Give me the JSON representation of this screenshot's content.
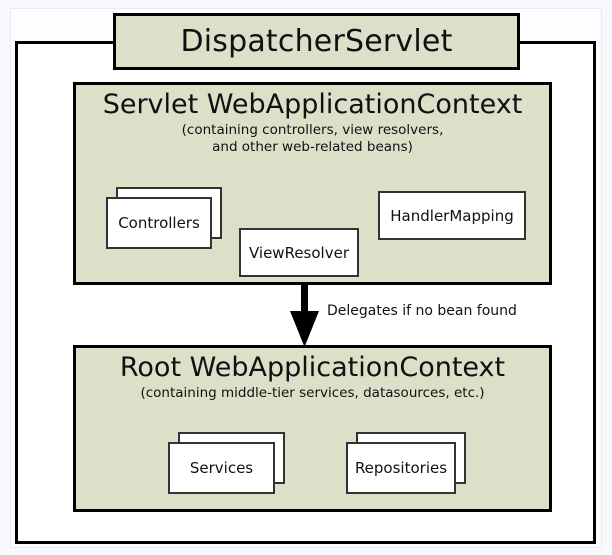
{
  "diagram": {
    "outer_container": {
      "name": "DispatcherServlet",
      "title": "DispatcherServlet"
    },
    "contexts": [
      {
        "id": "servlet-context",
        "title": "Servlet WebApplicationContext",
        "subtitle_line1": "(containing controllers, view resolvers,",
        "subtitle_line2": "and other web-related beans)",
        "components": [
          {
            "id": "controllers",
            "label": "Controllers",
            "style": "stack"
          },
          {
            "id": "view-resolver",
            "label": "ViewResolver",
            "style": "single"
          },
          {
            "id": "handler-mapping",
            "label": "HandlerMapping",
            "style": "single"
          }
        ]
      },
      {
        "id": "root-context",
        "title": "Root WebApplicationContext",
        "subtitle_line1": "(containing middle-tier services, datasources, etc.)",
        "subtitle_line2": "",
        "components": [
          {
            "id": "services",
            "label": "Services",
            "style": "stack"
          },
          {
            "id": "repositories",
            "label": "Repositories",
            "style": "stack"
          }
        ]
      }
    ],
    "connector": {
      "id": "delegation-arrow",
      "label": "Delegates if no bean found",
      "direction": "down",
      "from": "servlet-context",
      "to": "root-context"
    },
    "colors": {
      "context_fill": "#dce0c8",
      "border": "#000000",
      "component_fill": "#ffffff",
      "component_border": "#333333",
      "text": "#111111",
      "page_background": "#f8f9fd"
    }
  }
}
